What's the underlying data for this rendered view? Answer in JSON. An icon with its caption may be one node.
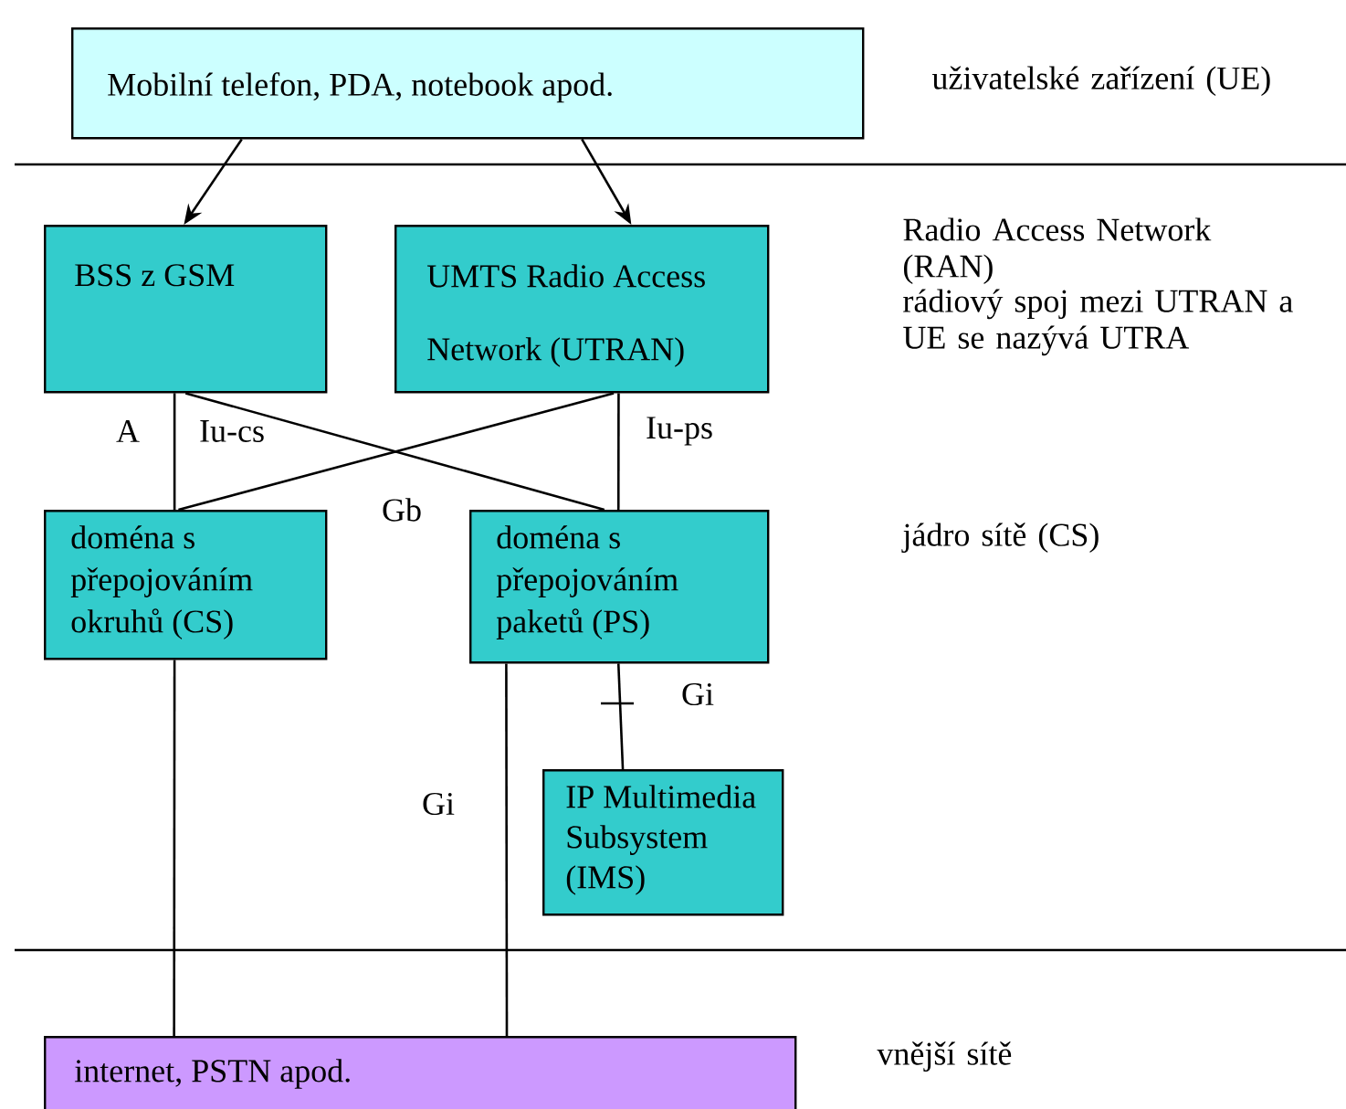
{
  "diagram": {
    "nodes": [
      {
        "text": [
          "Mobilní telefon, PDA, notebook apod."
        ]
      },
      {
        "text": [
          "BSS z GSM"
        ]
      },
      {
        "text": [
          "UMTS Radio Access Network (UTRAN)"
        ]
      },
      {
        "text": [
          "doména s přepojováním okruhů (CS)"
        ]
      },
      {
        "text": [
          "doména s přepojováním paketů (PS)"
        ]
      },
      {
        "text": [
          "IP Multimedia Subsystem (IMS)"
        ]
      },
      {
        "text": [
          "internet, PSTN apod."
        ]
      }
    ],
    "edges": [
      {
        "from": 0,
        "to": 1,
        "arrow": "to"
      },
      {
        "from": 0,
        "to": 2,
        "arrow": "to"
      },
      {
        "from": 1,
        "to": 3,
        "arrow": "none",
        "label": "A"
      },
      {
        "from": 2,
        "to": 3,
        "arrow": "none",
        "label": "Iu-cs"
      },
      {
        "from": 1,
        "to": 4,
        "arrow": "none",
        "label": "Gb"
      },
      {
        "from": 2,
        "to": 4,
        "arrow": "none",
        "label": "Iu-ps"
      },
      {
        "from": 3,
        "to": 6,
        "arrow": "none"
      },
      {
        "from": 4,
        "to": 6,
        "arrow": "none",
        "label": "Gi"
      },
      {
        "from": 4,
        "to": 5,
        "arrow": "none",
        "label": "Gi"
      }
    ],
    "labels": [
      "uživatelské zařízení (UE)",
      "Radio Access Network (RAN)",
      "rádiový spoj mezi UTRAN a UE se nazývá UTRA",
      "jádro sítě (CS)",
      "vnější sítě"
    ]
  }
}
